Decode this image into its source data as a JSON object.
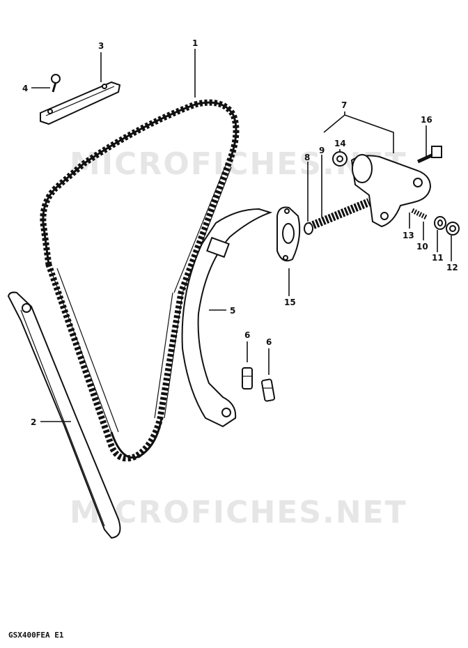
{
  "watermark": "MICROFICHES.NET",
  "diagram_code": "GSX400FEA E1",
  "callouts": {
    "c1": "1",
    "c2": "2",
    "c3": "3",
    "c4": "4",
    "c5": "5",
    "c6a": "6",
    "c6b": "6",
    "c7": "7",
    "c8": "8",
    "c9": "9",
    "c10": "10",
    "c11": "11",
    "c12": "12",
    "c13": "13",
    "c14": "14",
    "c15": "15",
    "c16": "16"
  }
}
